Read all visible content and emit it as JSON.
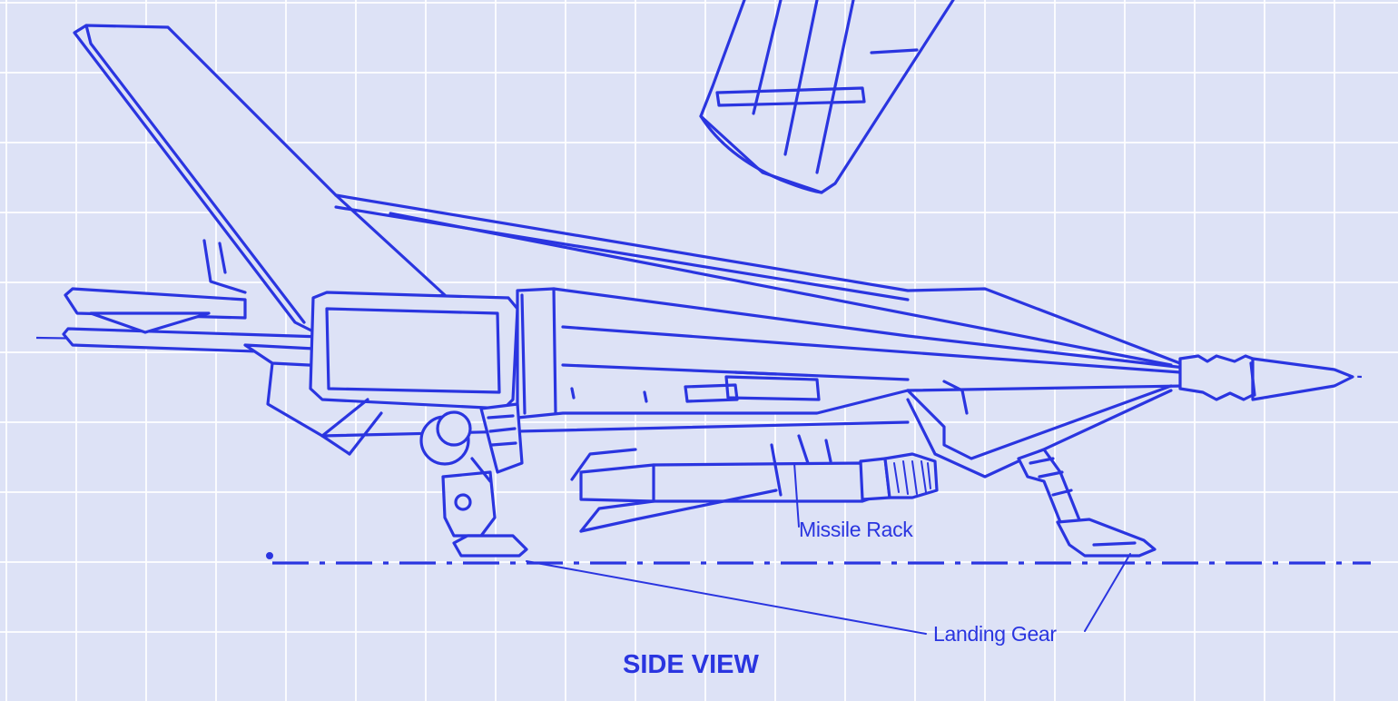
{
  "view_title": "SIDE VIEW",
  "callouts": {
    "missile_rack": "Missile Rack",
    "landing_gear": "Landing Gear"
  },
  "colors": {
    "ink": "#2a35e0",
    "paper": "#dde2f6",
    "grid": "#ffffff"
  }
}
